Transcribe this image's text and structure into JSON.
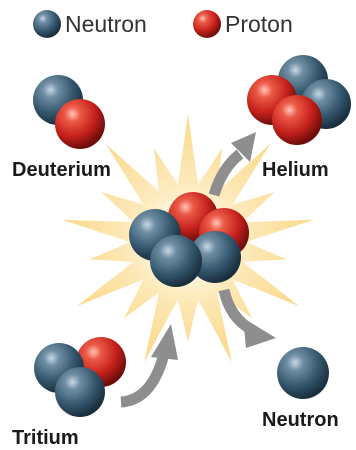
{
  "legend": {
    "neutron_label": "Neutron",
    "proton_label": "Proton"
  },
  "labels": {
    "deuterium": "Deuterium",
    "tritium": "Tritium",
    "helium": "Helium",
    "neutron_out": "Neutron"
  },
  "colors": {
    "neutron": "#34576e",
    "proton": "#c4201b",
    "arrow": "#8e8e8e",
    "burst": "#fbd989"
  }
}
